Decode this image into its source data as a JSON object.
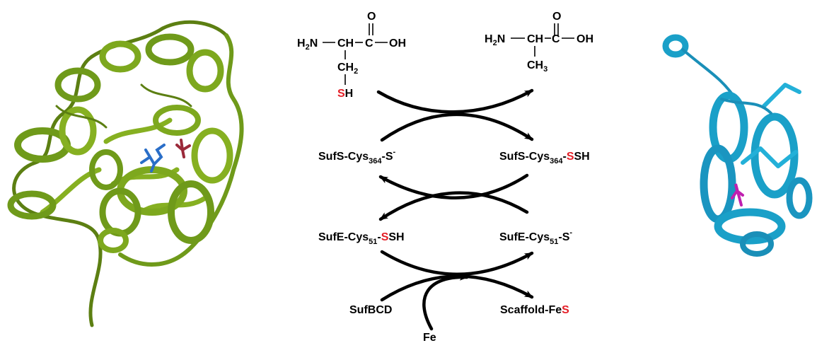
{
  "cysteine": {
    "h2n": [
      "H",
      "2",
      "N"
    ],
    "ch": "CH",
    "c": "C",
    "o": "O",
    "oh": "OH",
    "ch2": [
      "CH",
      "2"
    ],
    "s": "S",
    "h": "H"
  },
  "alanine": {
    "h2n": [
      "H",
      "2",
      "N"
    ],
    "ch": "CH",
    "c": "C",
    "o": "O",
    "oh": "OH",
    "ch3": [
      "CH",
      "3"
    ]
  },
  "sufs_left": {
    "text": "SufS-Cys",
    "sub": "364",
    "tail": "-S",
    "sup": "-"
  },
  "sufs_right": {
    "text": "SufS-Cys",
    "sub": "364",
    "mid": "-",
    "s_red": "S",
    "tail": "SH"
  },
  "sufe_left": {
    "text": "SufE-Cys",
    "sub": "51",
    "mid": "-",
    "s_red": "S",
    "tail": "SH"
  },
  "sufe_right": {
    "text": "SufE-Cys",
    "sub": "51",
    "tail": "-S",
    "sup": "-"
  },
  "sufbcd": "SufBCD",
  "scaffold": {
    "text": "Scaffold-Fe",
    "s_red": "S"
  },
  "fe": "Fe",
  "colors": {
    "sufs_protein": "#6f9a1a",
    "sufe_protein": "#1aa0c8",
    "sulfur_red": "#e41e26",
    "ligand_blue": "#2a6ec8",
    "ligand_maroon": "#9b2a3a",
    "ligand_magenta": "#c020b0"
  }
}
